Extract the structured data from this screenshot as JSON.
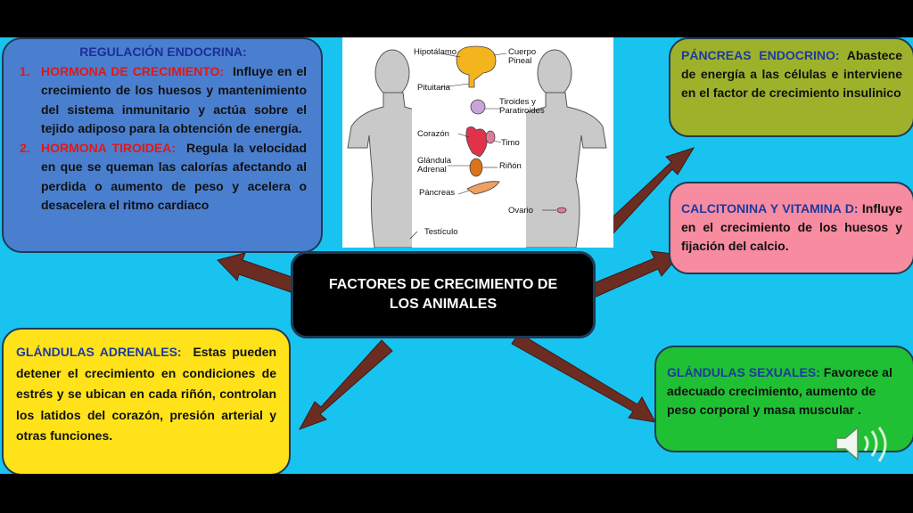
{
  "center": {
    "title": "FACTORES DE CRECIMIENTO DE LOS ANIMALES"
  },
  "endocrine": {
    "title": "REGULACIÓN ENDOCRINA:",
    "items": [
      {
        "num": "1.",
        "head": "HORMONA DE CRECIMIENTO:",
        "text": "Influye en el crecimiento de los huesos y mantenimiento del sistema inmunitario y actúa sobre el tejido adiposo para la obtención de energía."
      },
      {
        "num": "2.",
        "head": "HORMONA TIROIDEA:",
        "text": "Regula la velocidad en que se queman las calorías afectando al perdida o aumento de peso y acelera o desacelera el ritmo cardiaco"
      }
    ]
  },
  "adrenal": {
    "head": "GLÁNDULAS ADRENALES:",
    "text": "Estas pueden detener el crecimiento en condiciones de estrés y se ubican en cada riñón, controlan los latidos del corazón, presión arterial y otras funciones."
  },
  "pancreas": {
    "head": "PÁNCREAS ENDOCRINO:",
    "text": "Abastece de energía a las células e interviene en el factor de crecimiento insulinico"
  },
  "calcitonin": {
    "head": "CALCITONINA Y VITAMINA D:",
    "text": "Influye en el crecimiento de los huesos y fijación del calcio."
  },
  "sexual": {
    "head": "GLÁNDULAS SEXUALES:",
    "text": "Favorece al adecuado crecimiento, aumento de peso corporal y masa muscular ."
  },
  "anatomy_labels": {
    "hypothalamus": "Hipotálamo",
    "pineal": "Cuerpo Pineal",
    "pituitary": "Pituitaria",
    "thyroid": "Tiroides y Paratiroides",
    "heart": "Corazón",
    "thymus": "Timo",
    "adrenal": "Glándula Adrenal",
    "kidney": "Riñón",
    "pancreas": "Páncreas",
    "ovary": "Ovario",
    "testicle": "Testículo"
  },
  "colors": {
    "background": "#19c3f0",
    "endocrine_box": "#4a7fcf",
    "adrenal_box": "#ffe21a",
    "pancreas_box": "#9db22a",
    "calcitonin_box": "#f78ba0",
    "sexual_box": "#1fc033",
    "arrow": "#6b2d22"
  },
  "icons": {
    "speaker": "speaker-icon"
  }
}
